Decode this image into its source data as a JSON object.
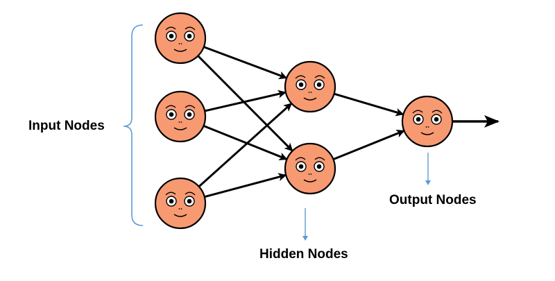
{
  "labels": {
    "input": "Input Nodes",
    "hidden": "Hidden Nodes",
    "output": "Output Nodes"
  },
  "layers": {
    "input_count": 3,
    "hidden_count": 2,
    "output_count": 1
  },
  "colors": {
    "node_fill": "#F79A72",
    "node_stroke": "#000000",
    "arrow": "#000000",
    "pointer": "#5B9BD5",
    "brace": "#5B9BD5",
    "text": "#000000"
  },
  "icons": {
    "node": "smiley-face-icon",
    "brace": "left-curly-brace-icon",
    "pointer": "down-arrow-icon"
  }
}
